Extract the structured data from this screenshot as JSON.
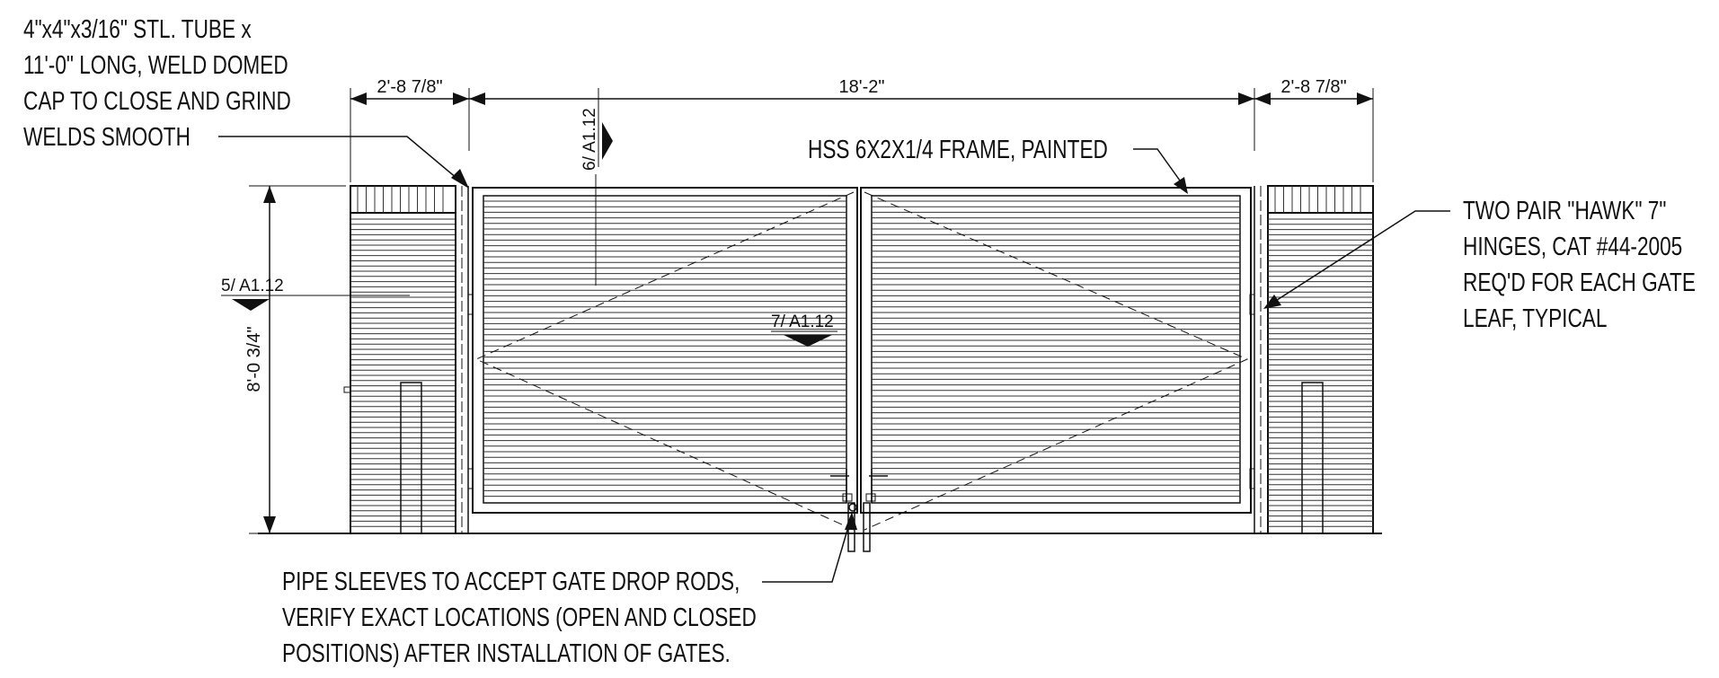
{
  "notes": {
    "tube_cap": [
      "4\"x4\"x3/16\" STL. TUBE x",
      "11'-0\" LONG, WELD DOMED",
      "CAP TO CLOSE AND GRIND",
      "WELDS SMOOTH"
    ],
    "frame": "HSS 6X2X1/4 FRAME, PAINTED",
    "hinges": [
      "TWO PAIR \"HAWK\" 7\"",
      "HINGES, CAT #44-2005",
      "REQ'D FOR EACH GATE",
      "LEAF, TYPICAL"
    ],
    "sleeves": [
      "PIPE SLEEVES TO ACCEPT GATE DROP RODS,",
      "VERIFY EXACT LOCATIONS (OPEN AND CLOSED",
      "POSITIONS) AFTER INSTALLATION OF GATES."
    ]
  },
  "dimensions": {
    "left_pier": "2'-8 7/8\"",
    "gate_width": "18'-2\"",
    "right_pier": "2'-8 7/8\"",
    "height": "8'-0 3/4\""
  },
  "section_tags": {
    "tag_5": "5/ A1.12",
    "tag_6": "6/ A1.12",
    "tag_7": "7/ A1.12"
  },
  "colors": {
    "line": "#111111",
    "background": "#ffffff"
  }
}
